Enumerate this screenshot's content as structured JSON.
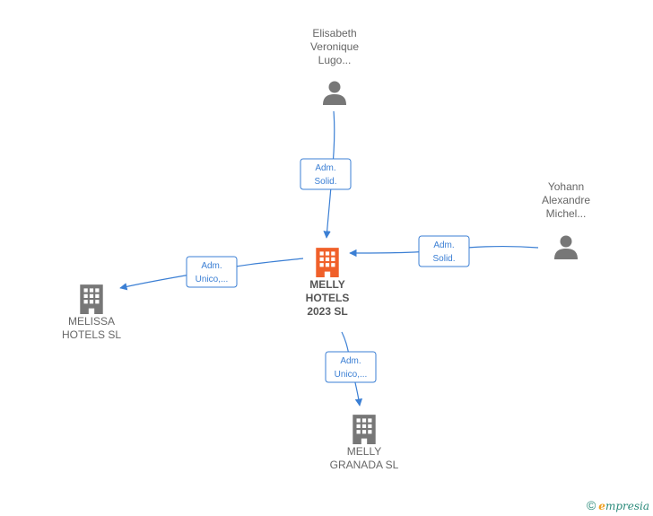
{
  "colors": {
    "edge": "#3b7fd4",
    "main_company": "#f0602a",
    "company": "#777777",
    "person": "#777777",
    "label": "#666666"
  },
  "nodes": [
    {
      "id": "main",
      "type": "company",
      "main": true,
      "lines": [
        "MELLY",
        "HOTELS",
        "2023  SL"
      ]
    },
    {
      "id": "elisabeth",
      "type": "person",
      "lines": [
        "Elisabeth",
        "Veronique",
        "Lugo..."
      ]
    },
    {
      "id": "yohann",
      "type": "person",
      "lines": [
        "Yohann",
        "Alexandre",
        "Michel..."
      ]
    },
    {
      "id": "melissa",
      "type": "company",
      "lines": [
        "MELISSA",
        "HOTELS  SL"
      ]
    },
    {
      "id": "granada",
      "type": "company",
      "lines": [
        "MELLY",
        "GRANADA  SL"
      ]
    }
  ],
  "edges": [
    {
      "from": "elisabeth",
      "to": "main",
      "lines": [
        "Adm.",
        "Solid."
      ]
    },
    {
      "from": "yohann",
      "to": "main",
      "lines": [
        "Adm.",
        "Solid."
      ]
    },
    {
      "from": "main",
      "to": "melissa",
      "lines": [
        "Adm.",
        "Unico,..."
      ]
    },
    {
      "from": "main",
      "to": "granada",
      "lines": [
        "Adm.",
        "Unico,..."
      ]
    }
  ],
  "watermark": {
    "symbol": "©",
    "brand_initial": "e",
    "brand_rest": "mpresia"
  }
}
